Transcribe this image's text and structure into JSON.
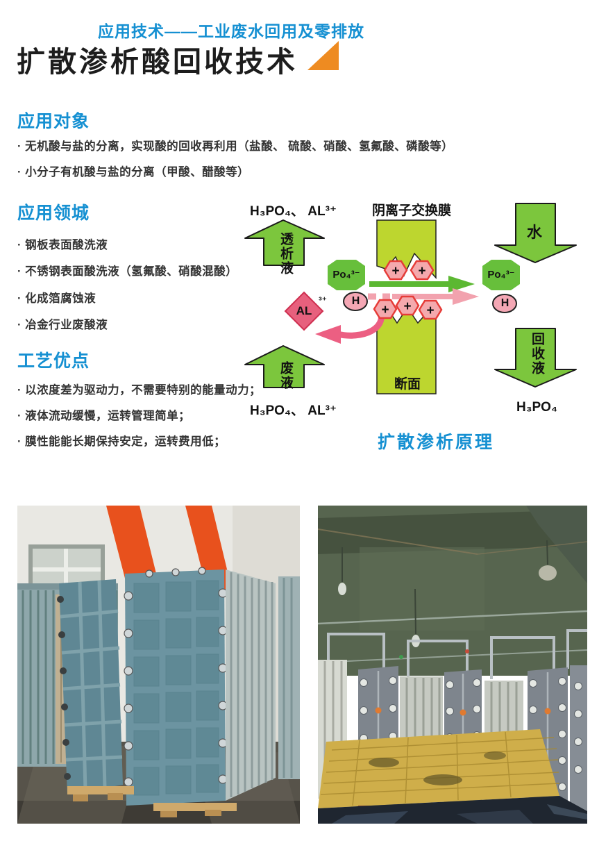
{
  "header": {
    "tagline": "应用技术——工业废水回用及零排放",
    "title": "扩散渗析酸回收技术"
  },
  "sections": [
    {
      "heading": "应用对象",
      "bullets": [
        "· 无机酸与盐的分离，实现酸的回收再利用（盐酸、 硫酸、硝酸、氢氟酸、磷酸等）",
        "· 小分子有机酸与盐的分离（甲酸、醋酸等）"
      ]
    },
    {
      "heading": "应用领城",
      "bullets": [
        "· 钢板表面酸洗液",
        "· 不锈钢表面酸洗液（氢氟酸、硝酸混酸）",
        "· 化成箔腐蚀液",
        "· 冶金行业废酸液"
      ]
    },
    {
      "heading": "工艺优点",
      "bullets": [
        "· 以浓度差为驱动力，不需要特别的能量动力；",
        "· 液体流动缓慢，运转管理简单；",
        "· 膜性能能长期保持安定，运转费用低；"
      ]
    }
  ],
  "diagram": {
    "top_left_formula": "H₃PO₄、 AL³⁺",
    "membrane_label": "阴离子交换膜",
    "water": "水",
    "dialysate": "透析液",
    "waste": "废液",
    "recovery": "回收液",
    "po4_left": "Po₄³⁻",
    "po4_right": "Po₄³⁻",
    "h_left": "H",
    "h_right": "H",
    "al": "AL",
    "al_charge": "³⁺",
    "cross_section": "断面",
    "bottom_left_formula": "H₃PO₄、 AL³⁺",
    "bottom_right_formula": "H₃PO₄",
    "plus": "+",
    "caption": "扩散渗析原理"
  },
  "colors": {
    "heading_blue": "#1590d2",
    "accent_orange": "#ee8b21",
    "arrow_green": "#7cc63d",
    "flow_green": "#5cb832",
    "membrane_green": "#bdd62f",
    "ion_pink": "#f2a2ae",
    "al_red": "#e7607d"
  }
}
